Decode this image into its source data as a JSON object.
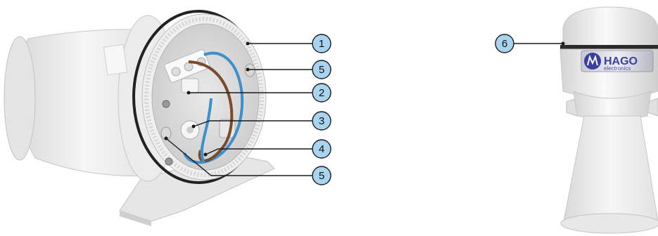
{
  "callouts": [
    {
      "id": "c1",
      "label": "1"
    },
    {
      "id": "c5a",
      "label": "5"
    },
    {
      "id": "c2",
      "label": "2"
    },
    {
      "id": "c3",
      "label": "3"
    },
    {
      "id": "c4",
      "label": "4"
    },
    {
      "id": "c5b",
      "label": "5"
    },
    {
      "id": "c6",
      "label": "6"
    }
  ],
  "brand": {
    "name": "HAGO",
    "sub": "electronics"
  },
  "colors": {
    "callout_fill": "#a8d4f0",
    "callout_stroke": "#1a1a1a",
    "brand_blue": "#3a3fa0",
    "body_white": "#f2f2f2",
    "wire_blue": "#3f8fc9",
    "wire_brown": "#7a4a2a"
  }
}
